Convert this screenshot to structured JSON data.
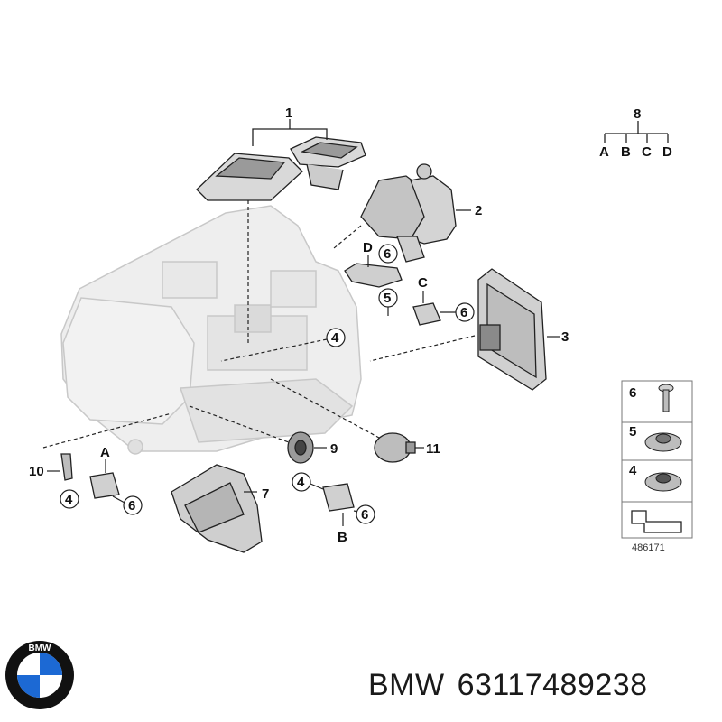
{
  "callouts": {
    "c1": "1",
    "c2": "2",
    "c3": "3",
    "c4a": "4",
    "c4b": "4",
    "c4c": "4",
    "c5": "5",
    "c6a": "6",
    "c6b": "6",
    "c6c": "6",
    "c6d": "6",
    "c7": "7",
    "c8": "8",
    "c9": "9",
    "c10": "10",
    "c11": "11"
  },
  "letters": {
    "A": "A",
    "B": "B",
    "C": "C",
    "D": "D"
  },
  "legend8": [
    "A",
    "B",
    "C",
    "D"
  ],
  "side_panel": [
    "6",
    "5",
    "4"
  ],
  "reference_number": "486171",
  "footer": {
    "brand": "BMW",
    "part_number": "63117489238"
  },
  "logo": {
    "text": "BMW",
    "colors": {
      "blue": "#1c69d4",
      "black": "#111111",
      "white": "#ffffff"
    }
  },
  "colors": {
    "line": "#222222",
    "part_fill": "#e6e6e6",
    "part_dark": "#7a7a7a"
  }
}
